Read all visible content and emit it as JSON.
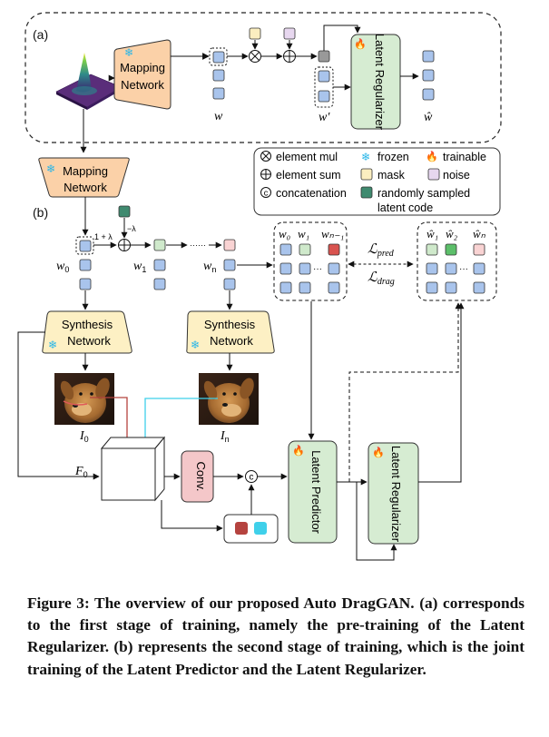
{
  "panel_a": {
    "label": "(a)",
    "mapping_network": [
      "Mapping",
      "Network"
    ],
    "latent_regularizer": "Latent Regularizer",
    "w": "w",
    "w_prime": "w′",
    "w_hat": "ŵ"
  },
  "panel_b": {
    "label": "(b)",
    "mapping_network": [
      "Mapping",
      "Network"
    ],
    "one_plus_lambda": "1 + λ",
    "minus_lambda": "−λ",
    "dots": "······",
    "w0": "w",
    "w0_sub": "0",
    "w1": "w",
    "w1_sub": "1",
    "wn": "w",
    "wn_sub": "n",
    "grid_left_headers": [
      "w₀",
      "w₁",
      "wₙ₋₁"
    ],
    "grid_right_headers": [
      "ŵ₁",
      "ŵ₂",
      "ŵₙ"
    ],
    "loss_pred": "ℒ",
    "loss_pred_sub": "pred",
    "loss_drag": "ℒ",
    "loss_drag_sub": "drag",
    "synthesis_left": [
      "Synthesis",
      "Network"
    ],
    "synthesis_right": [
      "Synthesis",
      "Network"
    ],
    "i0": "I",
    "i0_sub": "0",
    "in": "I",
    "in_sub": "n",
    "f0": "F",
    "f0_sub": "0",
    "conv": "Conv.",
    "concat_symbol": "c",
    "latent_predictor": "Latent Predictor",
    "latent_regularizer": "Latent Regularizer"
  },
  "legend": {
    "element_mul": "element mul",
    "element_sum": "element sum",
    "concatenation": "concatenation",
    "frozen": "frozen",
    "mask": "mask",
    "randomly_sampled": "randomly sampled",
    "latent_code": "latent code",
    "trainable": "trainable",
    "noise": "noise"
  },
  "caption": "Figure 3: The overview of our proposed Auto DragGAN. (a) corresponds to the first stage of training, namely the pre-training of the Latent Regularizer. (b) represents the second stage of training, which is the joint training of the Latent Predictor and the Latent Regularizer.",
  "colors": {
    "latent_blue": "#a9c4ec",
    "mask_yellow": "#fbeec0",
    "noise_purple": "#e7d7ef",
    "green_cell": "#cfe9cb",
    "pink_cell": "#f9d3d3",
    "red_cell": "#d9534f",
    "sampled_teal": "#3f8a6f",
    "regularizer_green": "#d6ecd2",
    "mapping_orange": "#fbd1a8",
    "synthesis_yellow": "#fdf0c4",
    "conv_pink": "#f4c7c9",
    "frozen_icon": "#29b6e8",
    "trainable_icon": "#ef5a24",
    "red_arrow": "#b5433f",
    "cyan_arrow": "#3fd0ea"
  }
}
